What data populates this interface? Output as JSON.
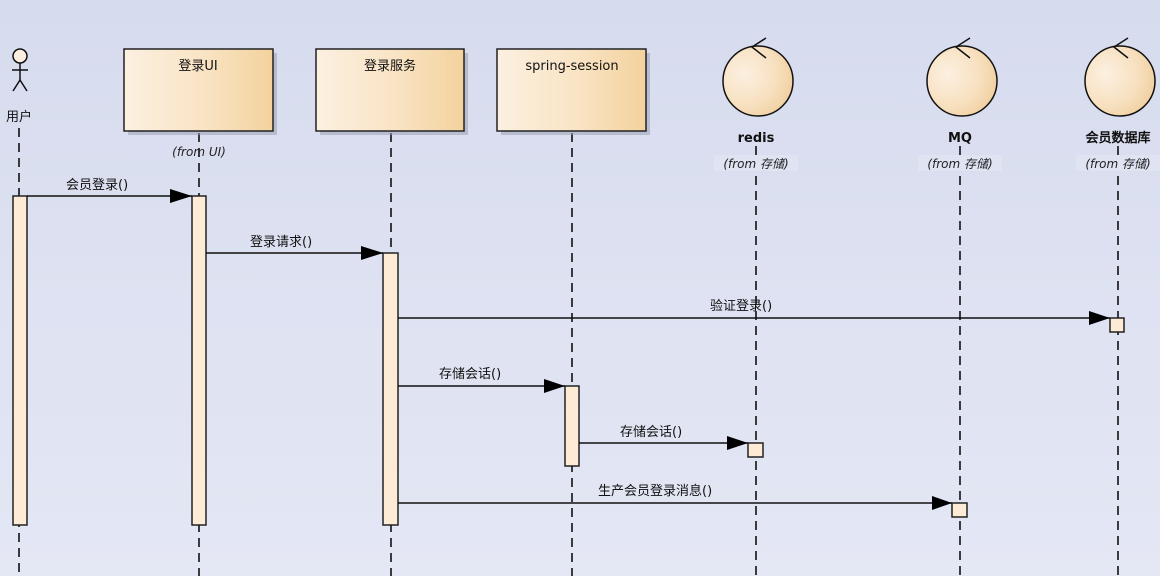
{
  "diagram": {
    "type": "sequence",
    "colors": {
      "background": "#d8ddee",
      "participant_fill_light": "#fcefdf",
      "participant_fill_dark": "#f3d29d",
      "activation_fill": "#fdebd6",
      "line": "#111111"
    },
    "participants": [
      {
        "id": "user",
        "kind": "actor",
        "name": "用户",
        "from": ""
      },
      {
        "id": "login_ui",
        "kind": "class",
        "name": "登录UI",
        "from": "(from UI)"
      },
      {
        "id": "login_service",
        "kind": "class",
        "name": "登录服务",
        "from": ""
      },
      {
        "id": "spring_session",
        "kind": "class",
        "name": "spring-session",
        "from": ""
      },
      {
        "id": "redis",
        "kind": "entity",
        "name": "redis",
        "from": "(from 存储)"
      },
      {
        "id": "mq",
        "kind": "entity",
        "name": "MQ",
        "from": "(from 存储)"
      },
      {
        "id": "member_db",
        "kind": "entity",
        "name": "会员数据库",
        "from": "(from 存储)"
      }
    ],
    "messages": [
      {
        "from": "user",
        "to": "login_ui",
        "label": "会员登录()"
      },
      {
        "from": "login_ui",
        "to": "login_service",
        "label": "登录请求()"
      },
      {
        "from": "login_service",
        "to": "member_db",
        "label": "验证登录()"
      },
      {
        "from": "login_service",
        "to": "spring_session",
        "label": "存储会话()"
      },
      {
        "from": "spring_session",
        "to": "redis",
        "label": "存储会话()"
      },
      {
        "from": "login_service",
        "to": "mq",
        "label": "生产会员登录消息()"
      }
    ]
  }
}
